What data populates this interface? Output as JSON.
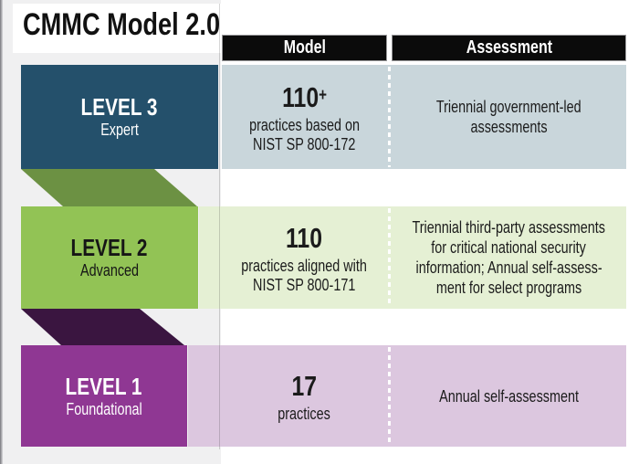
{
  "title": "CMMC Model 2.0",
  "colors": {
    "level3_box": "#24506B",
    "level2_box": "#92C355",
    "level1_box": "#8F3793",
    "fold_green": "#6C9143",
    "fold_purple": "#3A1540",
    "row1_band": "#C9D6DB",
    "row2_band": "#E5F0D4",
    "row3_band": "#DCC7DF",
    "header_bg": "#0B0B0B",
    "header_text": "#FFFFFF"
  },
  "levels": [
    {
      "name": "LEVEL 3",
      "subtitle": "Expert"
    },
    {
      "name": "LEVEL 2",
      "subtitle": "Advanced"
    },
    {
      "name": "LEVEL 1",
      "subtitle": "Foundational"
    }
  ],
  "table": {
    "headers": [
      "Model",
      "Assessment"
    ],
    "rows": [
      {
        "number": "110",
        "number_suffix": "+",
        "model_lines": [
          "practices based on",
          "NIST SP 800-172"
        ],
        "assessment_lines": [
          "Triennial government-led",
          "assessments"
        ]
      },
      {
        "number": "110",
        "number_suffix": "",
        "model_lines": [
          "practices aligned with",
          "NIST SP 800-171"
        ],
        "assessment_lines": [
          "Triennial third-party assessments",
          "for critical national security",
          "information; Annual self-assess-",
          "ment for select programs"
        ]
      },
      {
        "number": "17",
        "number_suffix": "",
        "model_lines": [
          "practices"
        ],
        "assessment_lines": [
          "Annual self-assessment"
        ]
      }
    ]
  }
}
